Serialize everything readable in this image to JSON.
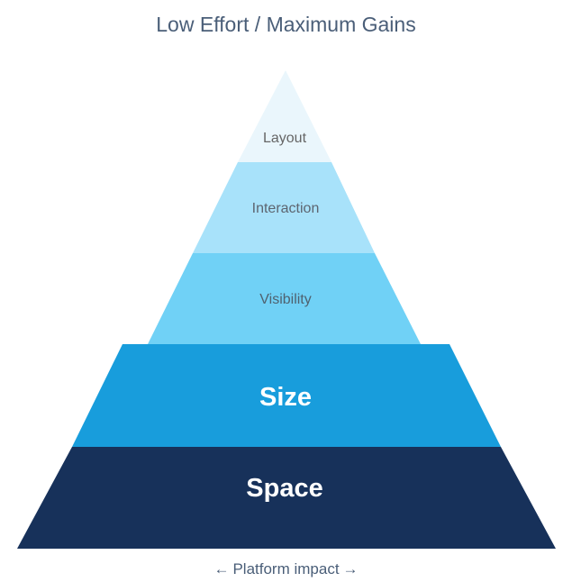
{
  "title": "Low Effort / Maximum Gains",
  "layers": [
    {
      "label": "Layout",
      "fill": "#eaf6fc",
      "text_color": "#666666",
      "emphasis": "normal"
    },
    {
      "label": "Interaction",
      "fill": "#a8e2fa",
      "text_color": "#5d6570",
      "emphasis": "normal"
    },
    {
      "label": "Visibility",
      "fill": "#70d1f6",
      "text_color": "#4f6270",
      "emphasis": "normal"
    },
    {
      "label": "Size",
      "fill": "#189ddc",
      "text_color": "#ffffff",
      "emphasis": "bold"
    },
    {
      "label": "Space",
      "fill": "#17315a",
      "text_color": "#ffffff",
      "emphasis": "bold"
    }
  ],
  "footer": {
    "left_arrow": "←",
    "label": "Platform impact",
    "right_arrow": "→"
  }
}
